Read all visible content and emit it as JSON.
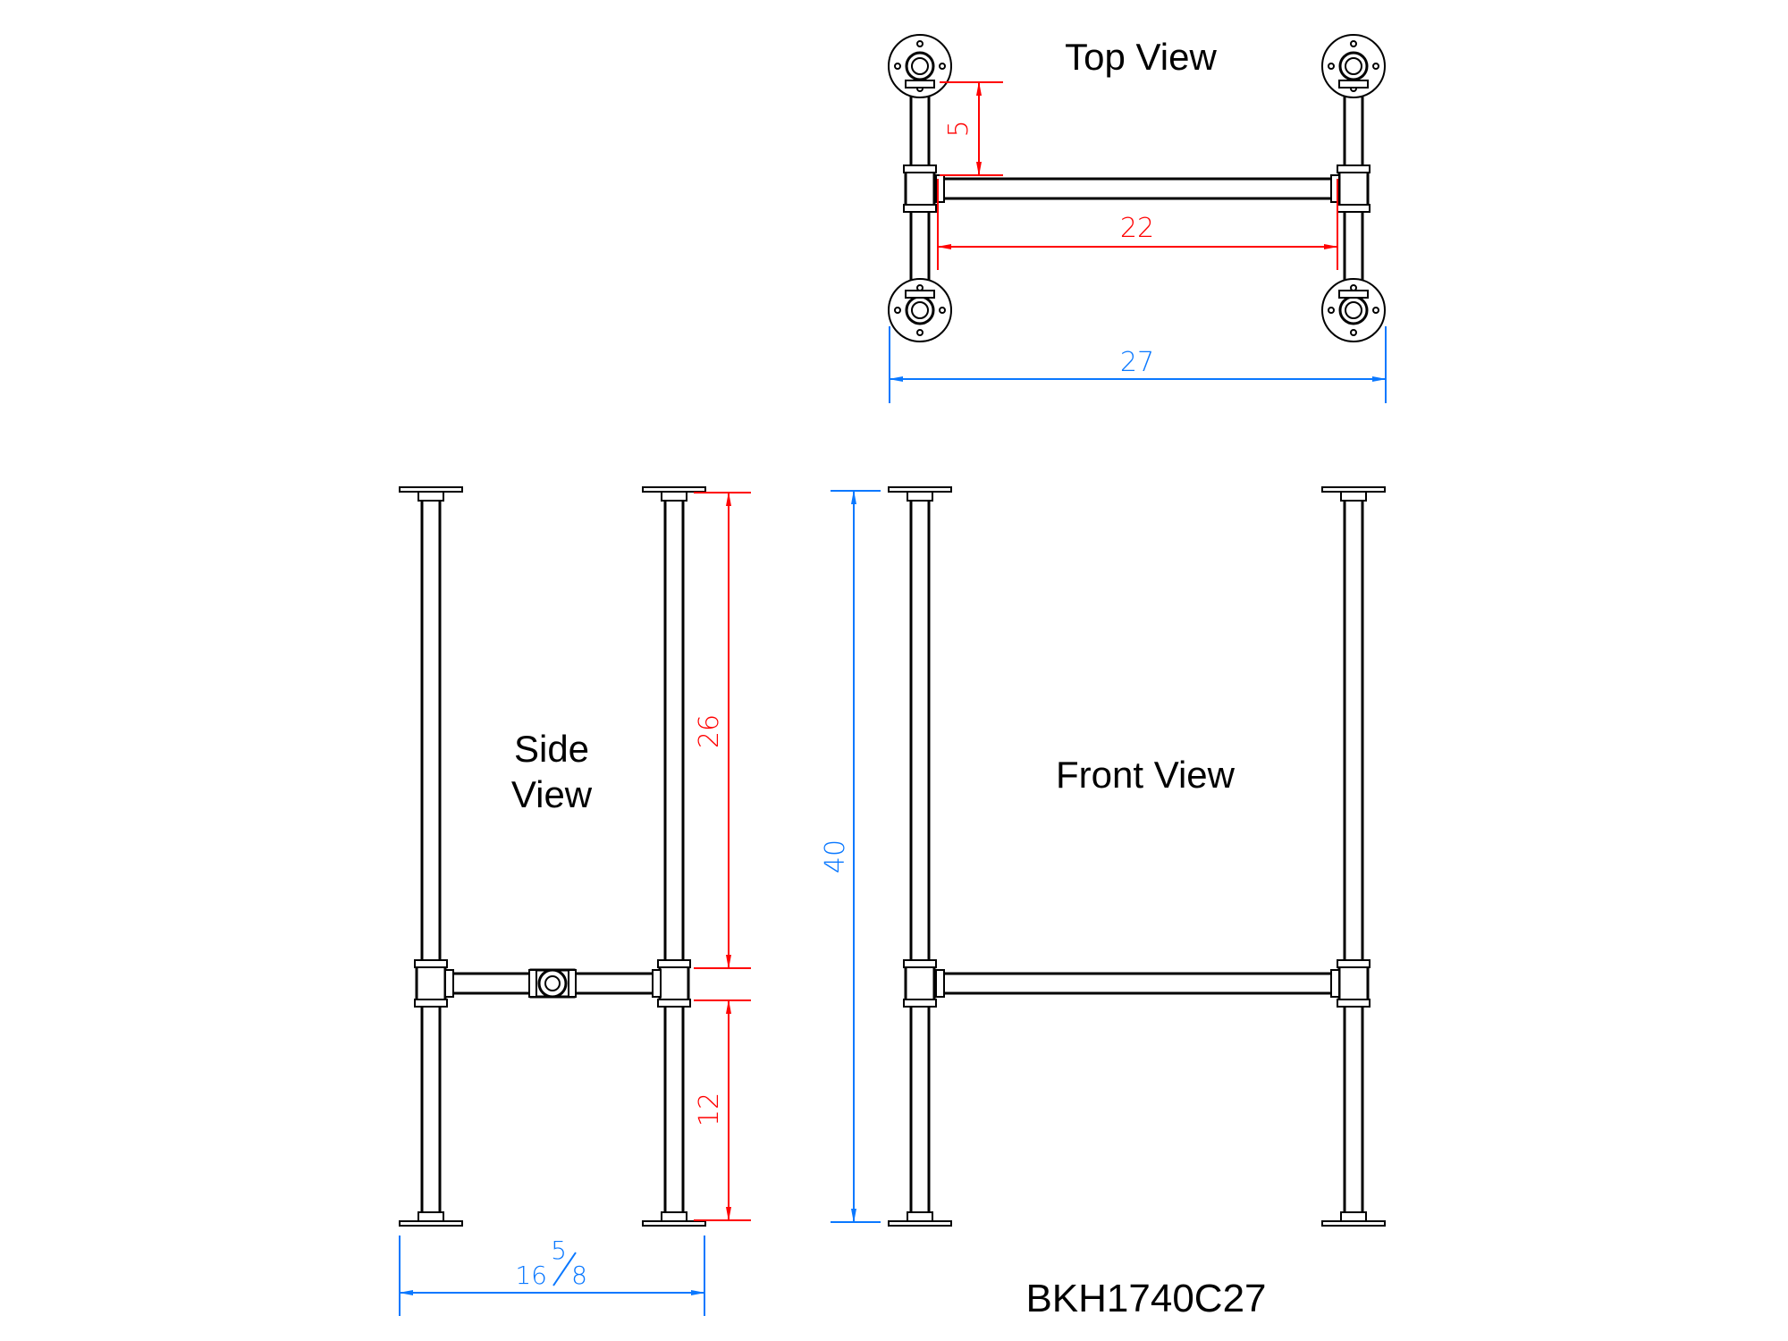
{
  "colors": {
    "red": "#ff0000",
    "blue": "#0a78ff",
    "line": "#000000"
  },
  "views": {
    "top": {
      "title": "Top View"
    },
    "side": {
      "title_line1": "Side",
      "title_line2": "View"
    },
    "front": {
      "title": "Front View"
    }
  },
  "dimensions": {
    "top_offset": "5",
    "top_crossbar": "22",
    "top_width": "27",
    "side_upper": "26",
    "side_lower": "12",
    "side_width_whole": "16",
    "side_width_frac_num": "5",
    "side_width_frac_den": "8",
    "front_height": "40"
  },
  "part_number": "BKH1740C27"
}
